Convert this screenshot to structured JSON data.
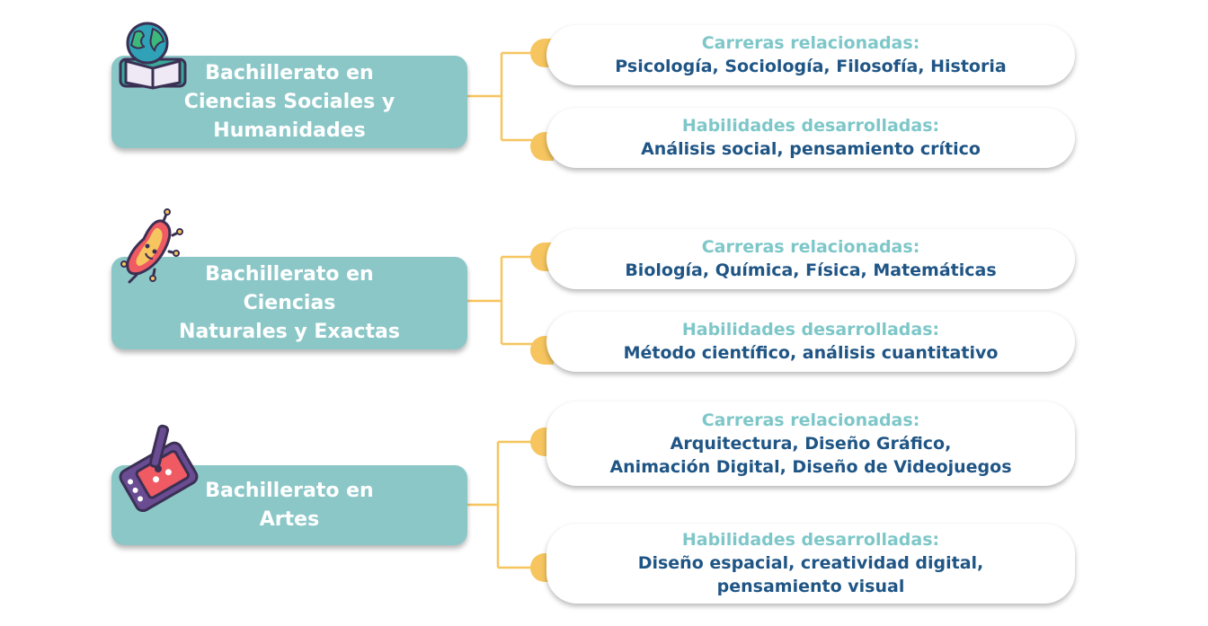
{
  "colors": {
    "track_box": "#8cc7c8",
    "track_text": "#ffffff",
    "info_heading": "#7ec7c9",
    "info_body": "#1f5585",
    "connector": "#f6c55f"
  },
  "tracks": [
    {
      "icon": "globe-book-icon",
      "title_lines": [
        "Bachillerato en",
        "Ciencias Sociales y",
        "Humanidades"
      ],
      "careers": {
        "heading": "Carreras relacionadas:",
        "lines": [
          "Psicología, Sociología, Filosofía, Historia"
        ]
      },
      "skills": {
        "heading": "Habilidades desarrolladas:",
        "lines": [
          "Análisis social, pensamiento crítico"
        ]
      }
    },
    {
      "icon": "bacteria-icon",
      "title_lines": [
        "Bachillerato en",
        "Ciencias",
        "Naturales y Exactas"
      ],
      "careers": {
        "heading": "Carreras relacionadas:",
        "lines": [
          "Biología, Química, Física, Matemáticas"
        ]
      },
      "skills": {
        "heading": "Habilidades desarrolladas:",
        "lines": [
          "Método científico, análisis cuantitativo"
        ]
      }
    },
    {
      "icon": "drawing-tablet-icon",
      "title_lines": [
        "Bachillerato en",
        "Artes"
      ],
      "careers": {
        "heading": "Carreras relacionadas:",
        "lines": [
          "Arquitectura, Diseño Gráfico,",
          "Animación Digital, Diseño de Videojuegos"
        ]
      },
      "skills": {
        "heading": "Habilidades desarrolladas:",
        "lines": [
          "Diseño espacial, creatividad digital,",
          "pensamiento visual"
        ]
      }
    }
  ]
}
